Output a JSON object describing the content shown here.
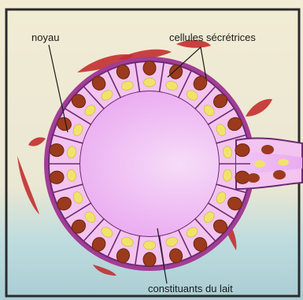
{
  "labels": {
    "nucleus": "noyau",
    "secretory_cells": "cellules sécrétrices",
    "milk_constituents": "constituants du lait"
  },
  "colors": {
    "frame": "#2b2b2b",
    "background_top": "#f2ecd4",
    "background_bottom": "#bfdcde",
    "lumen": "#e9a6f0",
    "lumen_center": "#f6dcf8",
    "cell_fill": "#f2c4ef",
    "cell_outline": "#6e2a73",
    "basal_membrane": "#a23d96",
    "nucleus": "#9b3a1d",
    "milk_droplet": "#f1e36a",
    "capillary": "#c22f2f"
  }
}
